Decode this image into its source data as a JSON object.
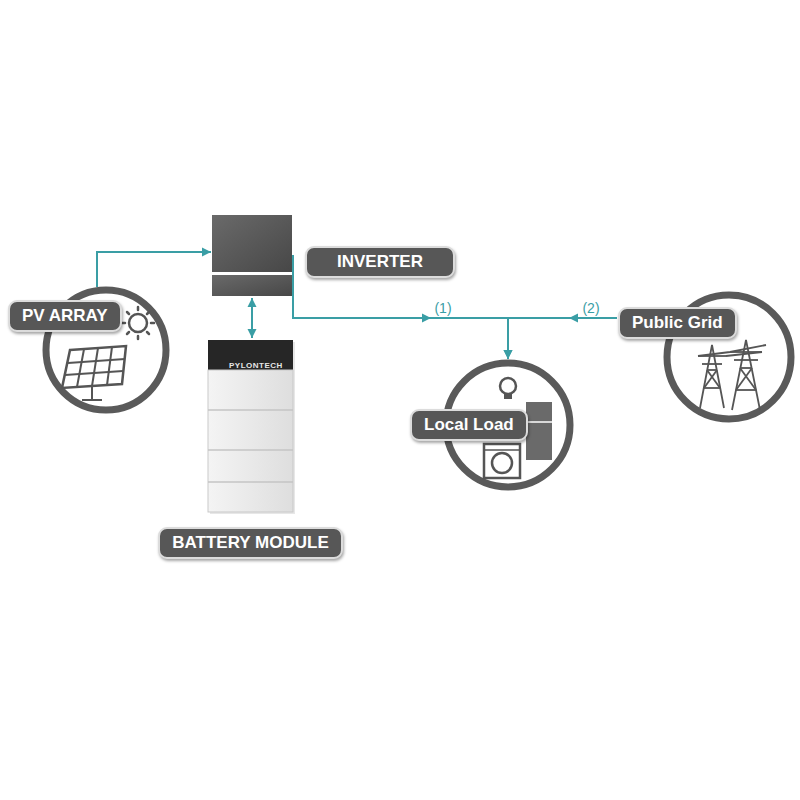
{
  "diagram": {
    "nodes": [
      {
        "text": [
          "PV ARRAY"
        ]
      },
      {
        "text": [
          "INVERTER"
        ]
      },
      {
        "text": [
          "BATTERY MODULE"
        ]
      },
      {
        "text": [
          "Local Load"
        ]
      },
      {
        "text": [
          "Public Grid"
        ]
      }
    ],
    "edges": [
      {
        "from": 0,
        "to": 1,
        "arrow": "to"
      },
      {
        "from": 1,
        "to": 2,
        "arrow": "both"
      },
      {
        "from": 1,
        "to": 3,
        "label": "(1)",
        "arrow": "to"
      },
      {
        "from": 4,
        "to": 3,
        "label": "(2)",
        "arrow": "to"
      }
    ],
    "labels": [
      "PYLONTECH"
    ]
  }
}
